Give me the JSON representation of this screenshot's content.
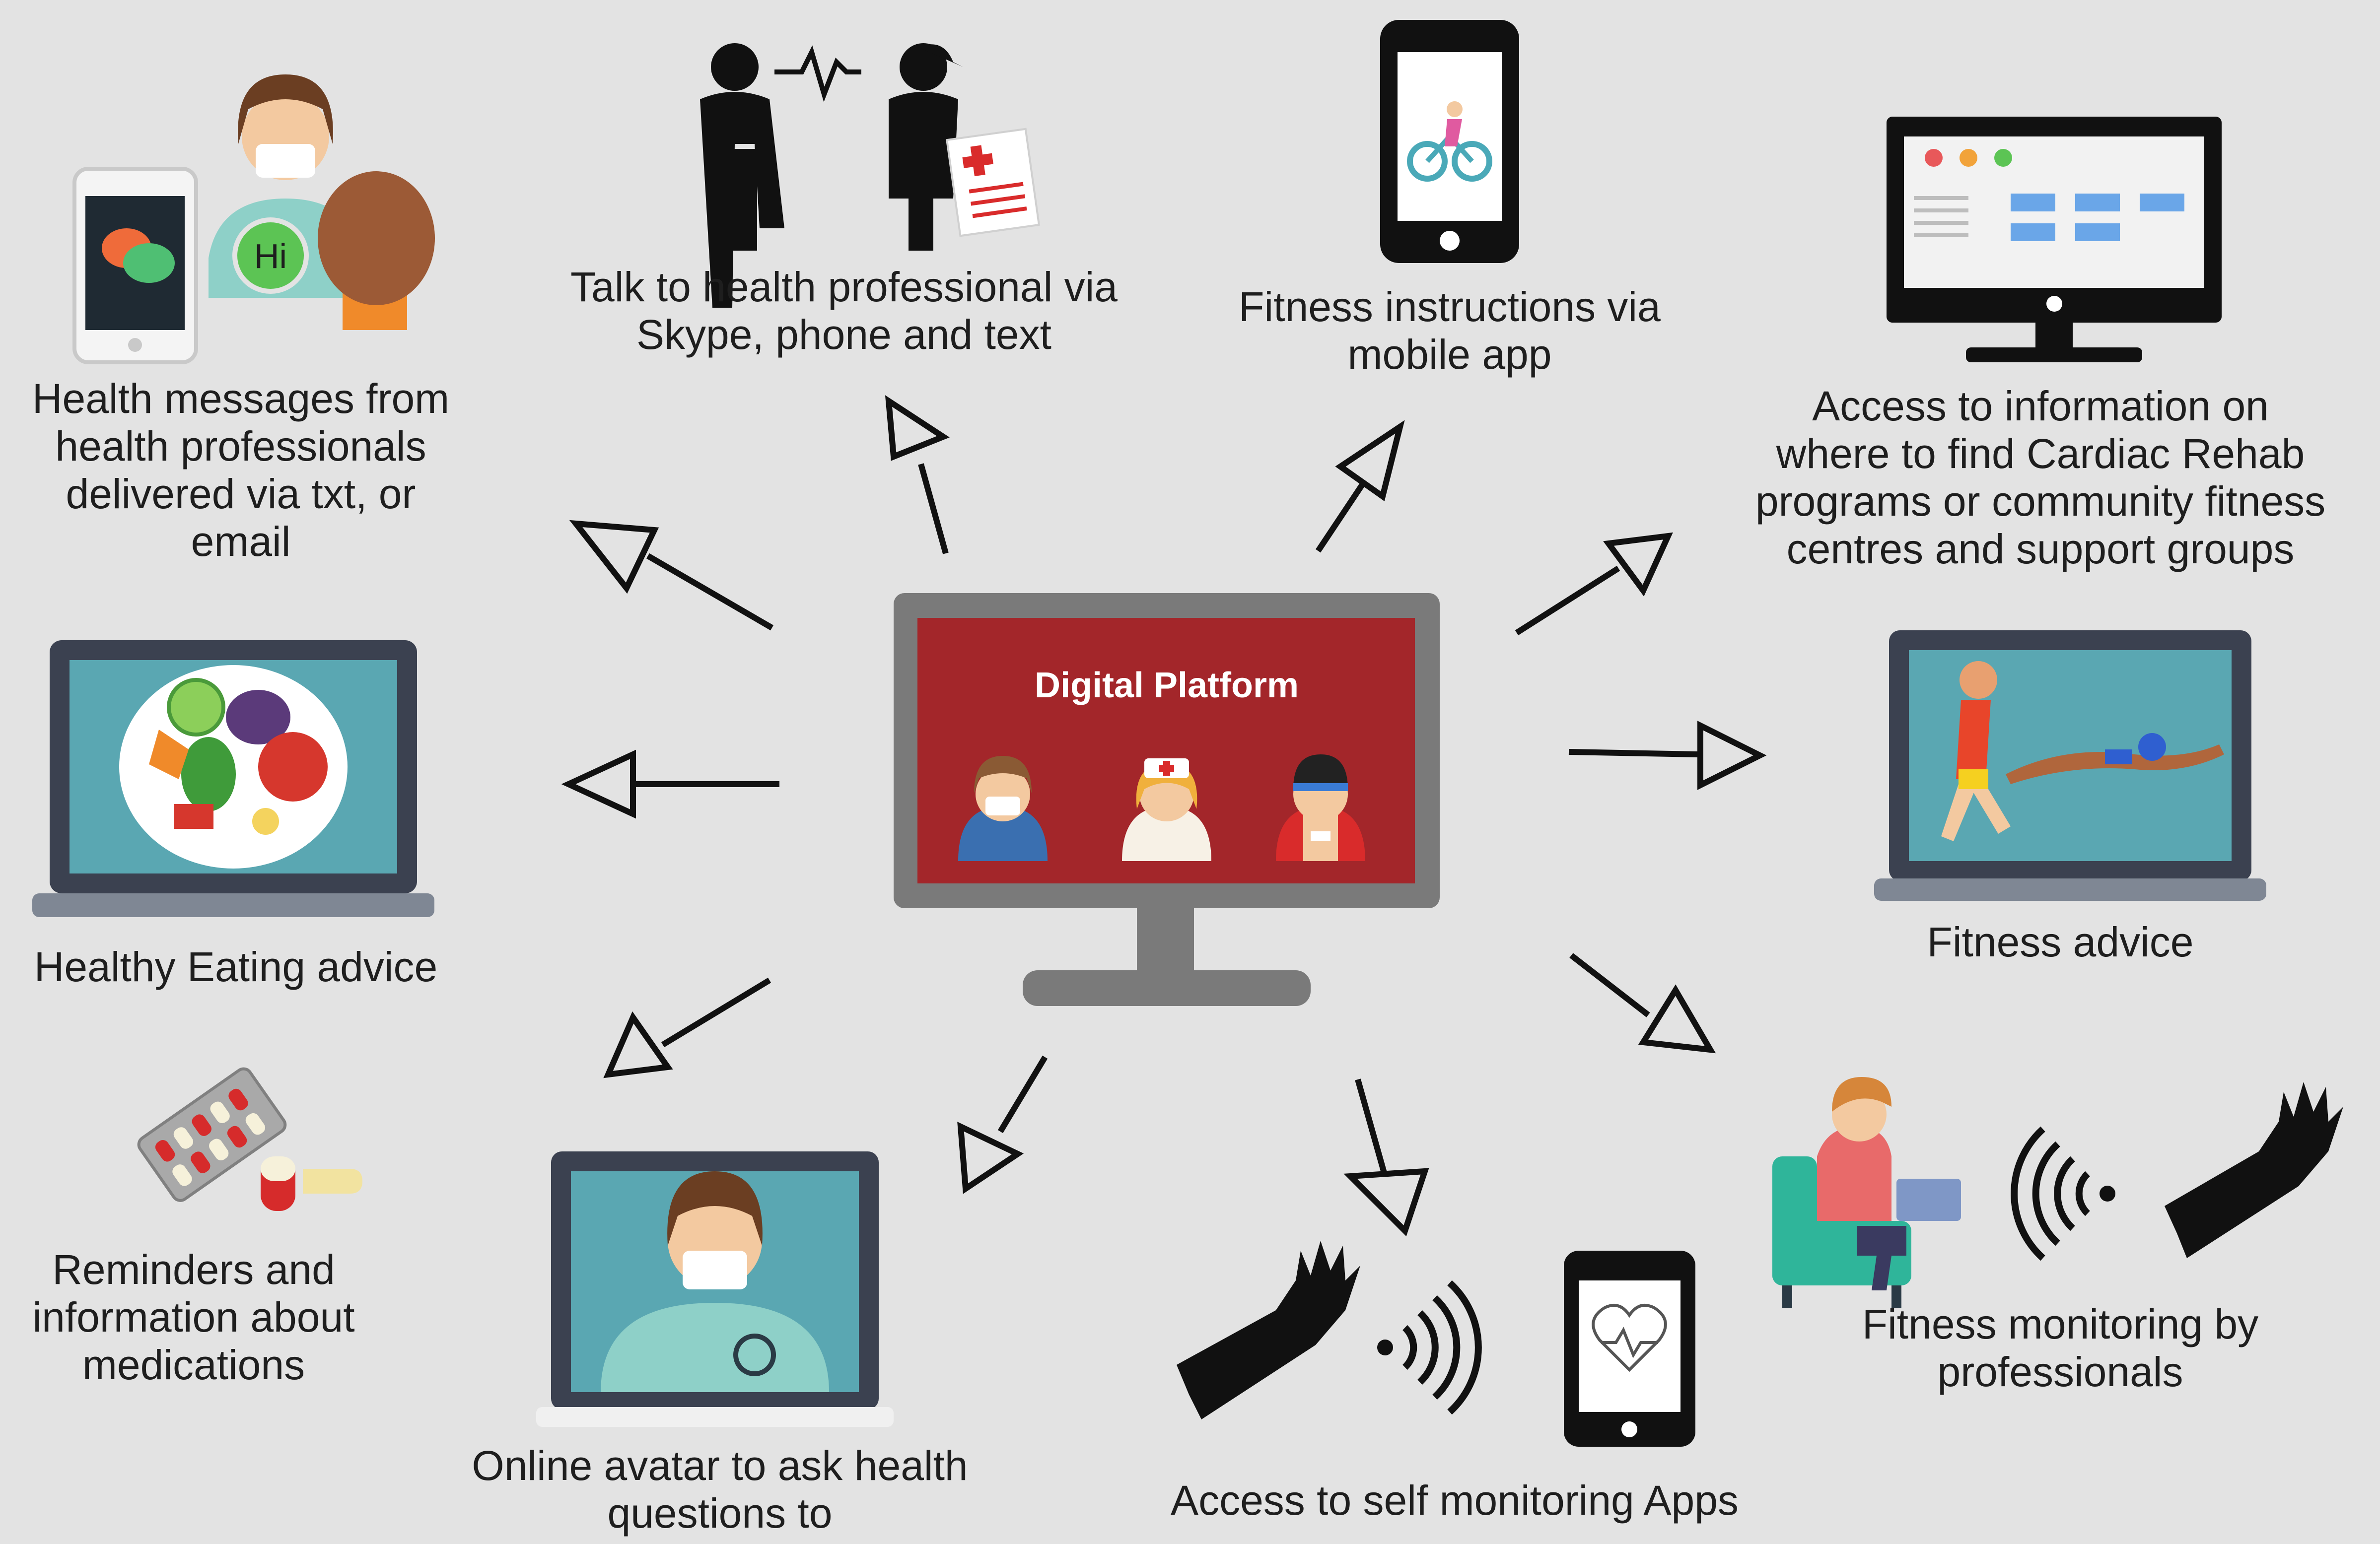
{
  "center": {
    "title": "Digital Platform"
  },
  "captions": {
    "health_messages": [
      "Health messages from",
      "health professionals",
      "delivered via txt, or",
      "email"
    ],
    "talk_to_professional": [
      "Talk to health professional via",
      "Skype, phone and text"
    ],
    "fitness_instructions": [
      "Fitness instructions via",
      "mobile app"
    ],
    "access_info": [
      "Access to information on",
      "where to find Cardiac Rehab",
      "programs or community fitness",
      "centres and support groups"
    ],
    "healthy_eating": [
      "Healthy Eating advice"
    ],
    "fitness_advice": [
      "Fitness advice"
    ],
    "medications": [
      "Reminders and",
      "information about",
      "medications"
    ],
    "online_avatar": [
      "Online avatar to ask health",
      "questions to"
    ],
    "self_monitoring": [
      "Access to self monitoring Apps"
    ],
    "fitness_monitoring": [
      "Fitness monitoring by",
      "professionals"
    ]
  },
  "icons": {
    "chat_bubble_text": "Hi"
  },
  "colors": {
    "background": "#e3e3e3",
    "platform_screen": "#a3262a",
    "monitor_frame": "#7a7a7a",
    "laptop_frame": "#3b4150",
    "laptop_screen": "#5aa7b2",
    "arrow": "#111111"
  }
}
